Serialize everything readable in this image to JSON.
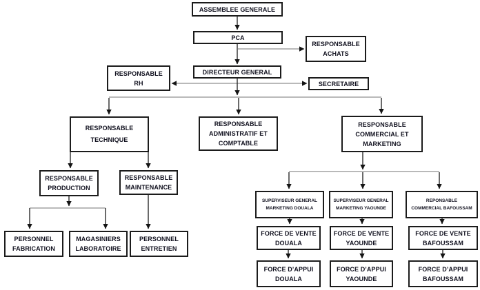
{
  "diagram": {
    "type": "org-chart",
    "language": "fr",
    "colors": {
      "box_border": "#1b1b1b",
      "text": "#10101e",
      "connector": "#2a2a2a",
      "connector_light": "#8f8f8f",
      "background": "#ffffff"
    },
    "nodes": {
      "assemblee_generale": "ASSEMBLEE GENERALE",
      "pca": "PCA",
      "responsable_achats": "RESPONSABLE\nACHATS",
      "responsable_rh": "RESPONSABLE\nRH",
      "directeur_general": "DIRECTEUR GENERAL",
      "secretaire": "SECRETAIRE",
      "responsable_technique": "RESPONSABLE\nTECHNIQUE",
      "responsable_administratif": "RESPONSABLE\nADMINISTRATIF ET\nCOMPTABLE",
      "responsable_commercial": "RESPONSABLE\nCOMMERCIAL ET\nMARKETING",
      "responsable_production": "RESPONSABLE\nPRODUCTION",
      "responsable_maintenance": "RESPONSABLE\nMAINTENANCE",
      "personnel_fabrication": "PERSONNEL\nFABRICATION",
      "magasiniers_laboratoire": "MAGASINIERS\nLABORATOIRE",
      "personnel_entretien": "PERSONNEL\nENTRETIEN",
      "superviseur_marketing_douala": "SUPERVISEUR GENERAL\nMARKETING  DOUALA",
      "superviseur_marketing_yaounde": "SUPERVISEUR GENERAL\nMARKETING YAOUNDE",
      "reponsable_commercial_bafoussam": "REPONSABLE\nCOMMERCIAL BAFOUSSAM",
      "force_vente_douala": "FORCE DE VENTE\nDOUALA",
      "force_vente_yaounde": "FORCE DE VENTE\nYAOUNDE",
      "force_vente_bafoussam": "FORCE DE VENTE\nBAFOUSSAM",
      "force_appui_douala": "FORCE D’APPUI\nDOUALA",
      "force_appui_yaounde": "FORCE D’APPUI\nYAOUNDE",
      "force_appui_bafoussam": "FORCE D’APPUI\nBAFOUSSAM"
    },
    "edges": [
      {
        "from": "assemblee_generale",
        "to": "pca"
      },
      {
        "from": "pca",
        "to": "responsable_achats"
      },
      {
        "from": "pca",
        "to": "directeur_general"
      },
      {
        "from": "responsable_rh",
        "to": "secretaire",
        "style": "double-arrow"
      },
      {
        "from": "directeur_general",
        "to": "responsable_technique"
      },
      {
        "from": "directeur_general",
        "to": "responsable_administratif"
      },
      {
        "from": "directeur_general",
        "to": "responsable_commercial"
      },
      {
        "from": "responsable_technique",
        "to": "responsable_production"
      },
      {
        "from": "responsable_technique",
        "to": "responsable_maintenance"
      },
      {
        "from": "responsable_production",
        "to": "personnel_fabrication"
      },
      {
        "from": "responsable_production",
        "to": "magasiniers_laboratoire"
      },
      {
        "from": "responsable_maintenance",
        "to": "personnel_entretien"
      },
      {
        "from": "responsable_commercial",
        "to": "superviseur_marketing_douala"
      },
      {
        "from": "responsable_commercial",
        "to": "superviseur_marketing_yaounde"
      },
      {
        "from": "responsable_commercial",
        "to": "reponsable_commercial_bafoussam"
      },
      {
        "from": "superviseur_marketing_douala",
        "to": "force_vente_douala"
      },
      {
        "from": "superviseur_marketing_yaounde",
        "to": "force_vente_yaounde"
      },
      {
        "from": "reponsable_commercial_bafoussam",
        "to": "force_vente_bafoussam"
      },
      {
        "from": "force_vente_douala",
        "to": "force_appui_douala"
      },
      {
        "from": "force_vente_yaounde",
        "to": "force_appui_yaounde"
      },
      {
        "from": "force_vente_bafoussam",
        "to": "force_appui_bafoussam"
      }
    ]
  }
}
